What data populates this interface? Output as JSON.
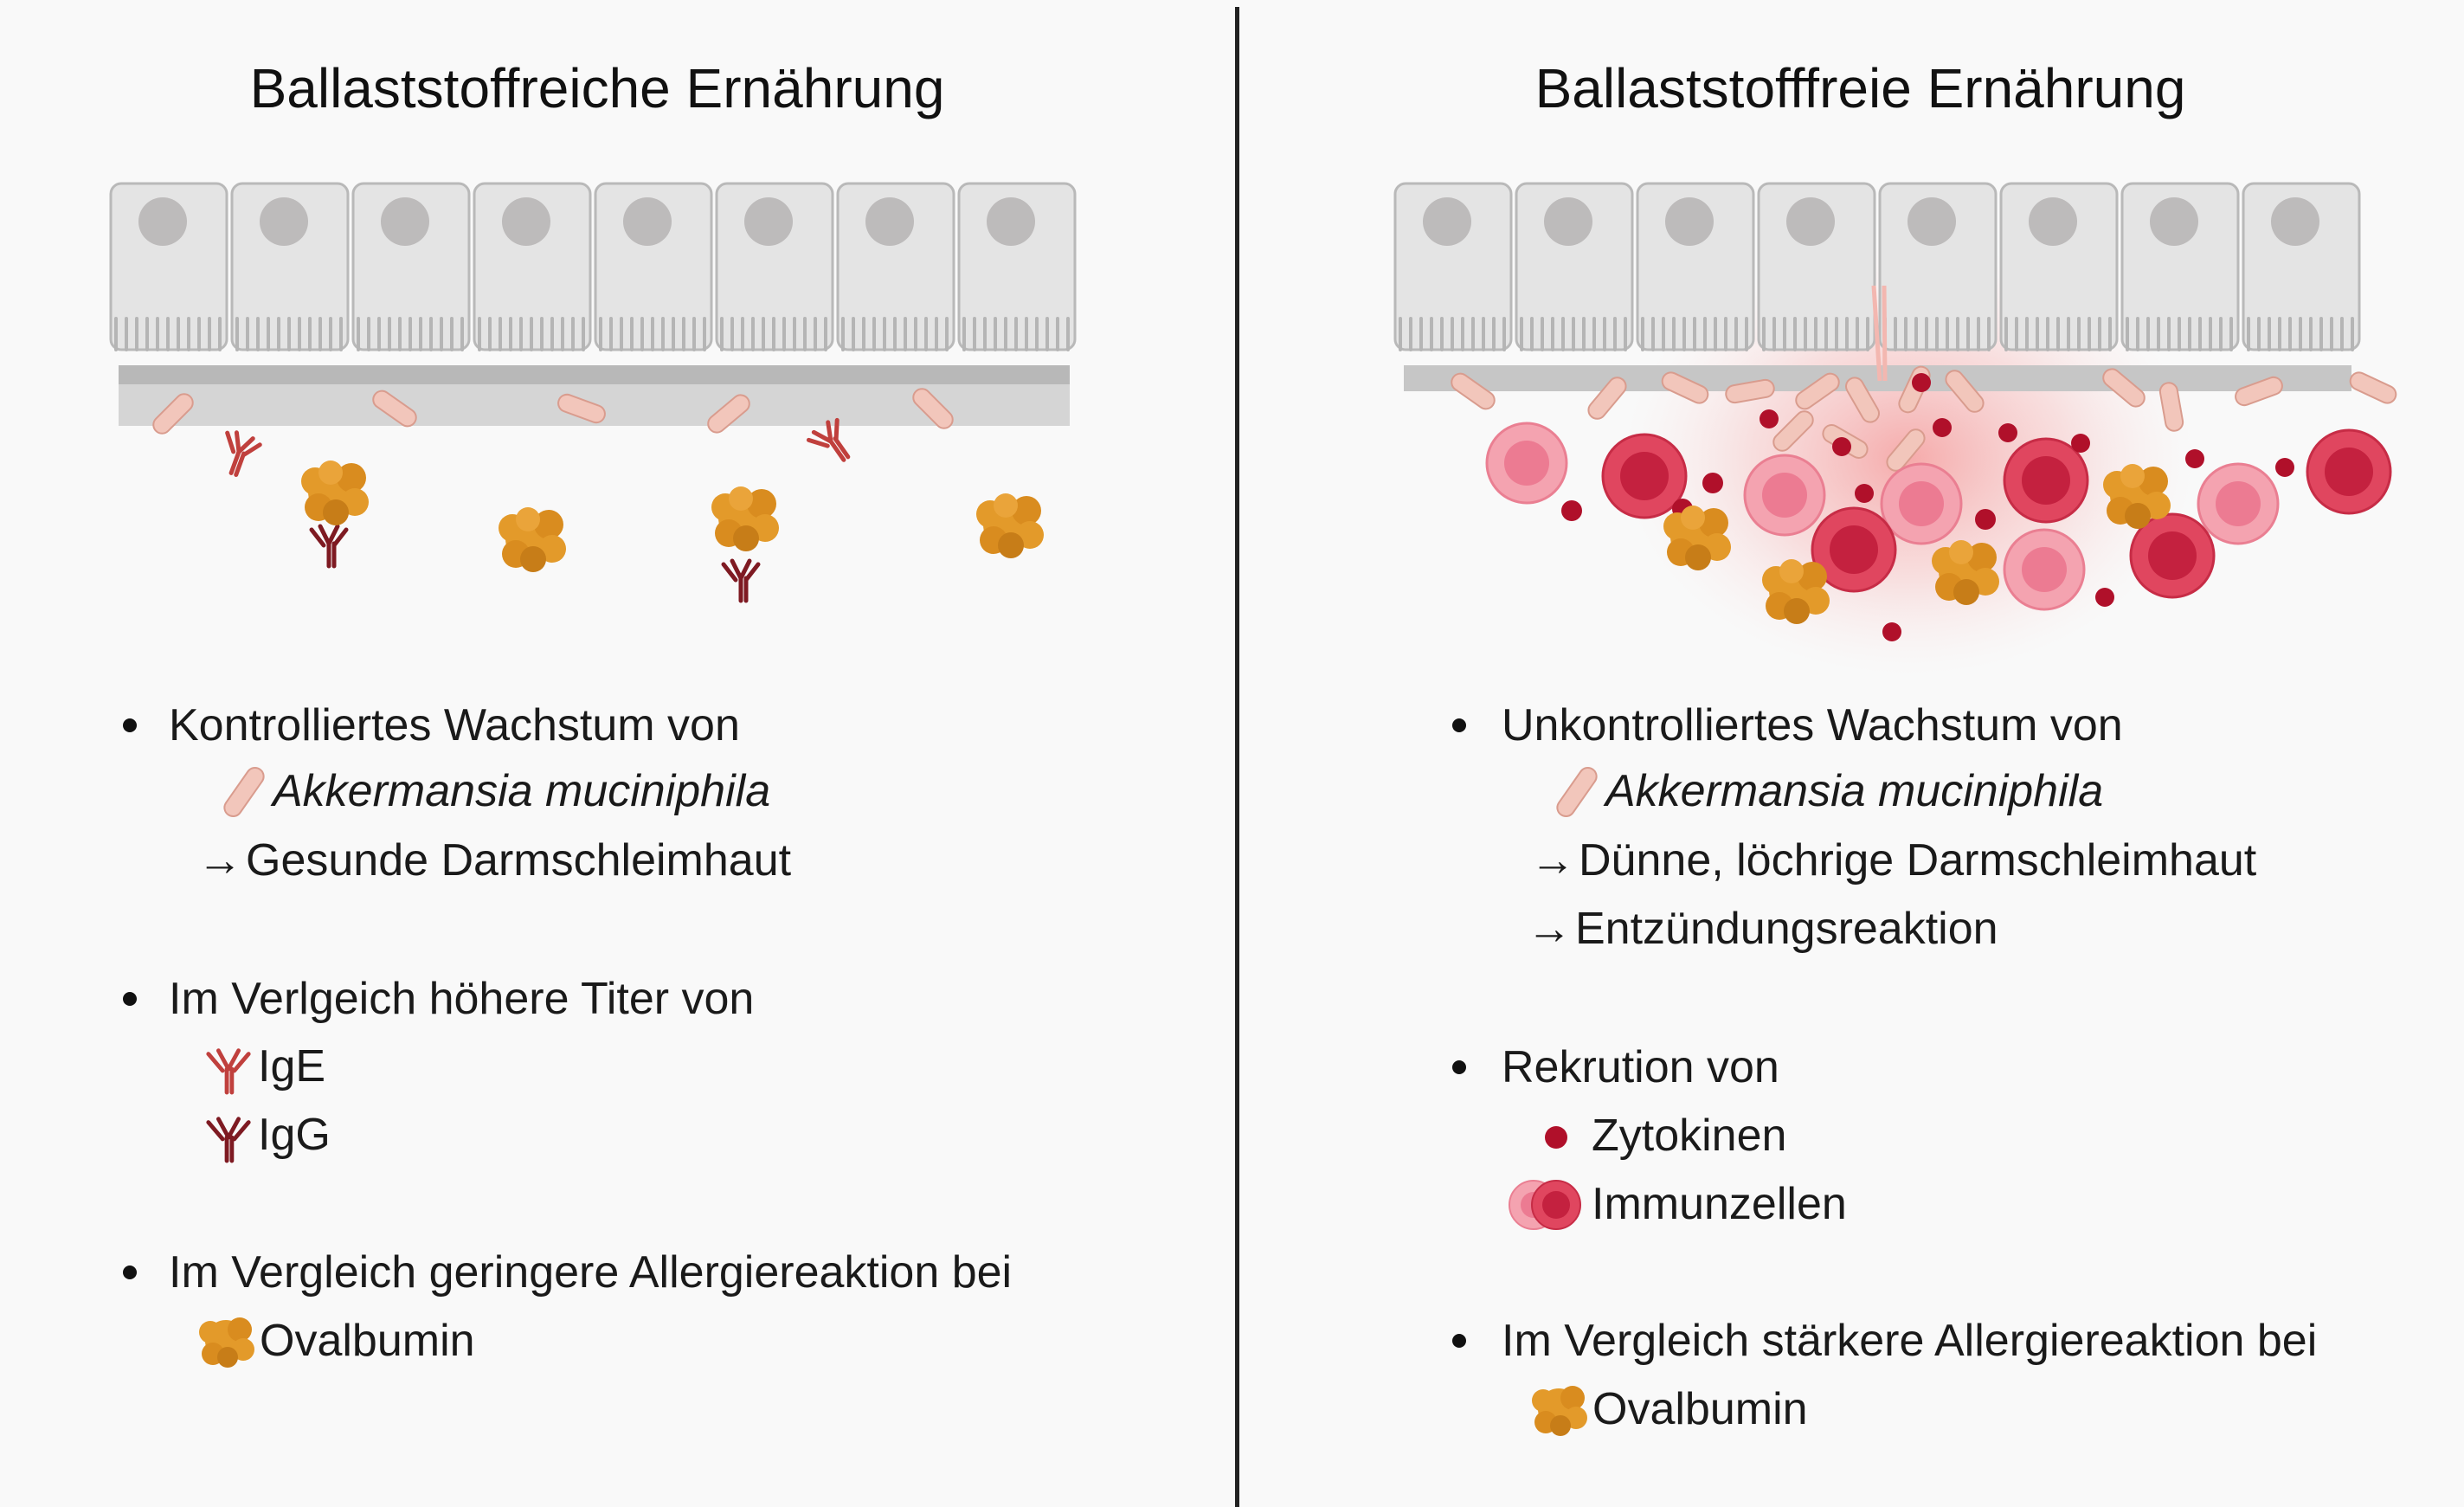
{
  "left": {
    "title": "Ballaststoffreiche Ernährung",
    "bullets": [
      {
        "heading": "Kontrolliertes Wachstum von",
        "lines": [
          {
            "icon": "akkermansia-icon",
            "text": "Akkermansia muciniphila",
            "italic": true
          },
          {
            "prefix": "→",
            "text": "Gesunde Darmschleimhaut"
          }
        ]
      },
      {
        "heading": "Im Verlgeich höhere Titer von",
        "lines": [
          {
            "icon": "ige-antibody-icon",
            "text": "IgE"
          },
          {
            "icon": "igg-antibody-icon",
            "text": "IgG"
          }
        ]
      },
      {
        "heading": "Im Vergleich geringere Allergiereaktion bei",
        "lines": [
          {
            "icon": "ovalbumin-icon",
            "text": "Ovalbumin"
          }
        ]
      }
    ]
  },
  "right": {
    "title": "Ballaststofffreie Ernährung",
    "bullets": [
      {
        "heading": "Unkontrolliertes Wachstum von",
        "lines": [
          {
            "icon": "akkermansia-icon",
            "text": "Akkermansia muciniphila",
            "italic": true
          },
          {
            "prefix": "→",
            "text": "Dünne, löchrige Darmschleimhaut"
          },
          {
            "prefix": "→",
            "text": "Entzündungsreaktion"
          }
        ]
      },
      {
        "heading": "Rekrution von",
        "lines": [
          {
            "icon": "cytokine-icon",
            "text": "Zytokinen"
          },
          {
            "icon": "immune-cells-icon",
            "text": "Immunzellen"
          }
        ]
      },
      {
        "heading": "Im Vergleich stärkere Allergiereaktion bei",
        "lines": [
          {
            "icon": "ovalbumin-icon",
            "text": "Ovalbumin"
          }
        ]
      }
    ]
  },
  "colors": {
    "cell_fill": "#e4e4e4",
    "cell_stroke": "#b9b9b9",
    "nucleus": "#bdbbbb",
    "mucus_dark": "#b8b8b8",
    "mucus_light": "#d5d5d5",
    "bacteria": "#f2c6bb",
    "ige": "#c0403d",
    "igg": "#7e1a22",
    "ovalbumin": "#e39a2a",
    "immune_light": "#f4a3b0",
    "immune_dark": "#d72d4d",
    "cytokine": "#b0102a",
    "inflammation": "#f26a6a"
  }
}
